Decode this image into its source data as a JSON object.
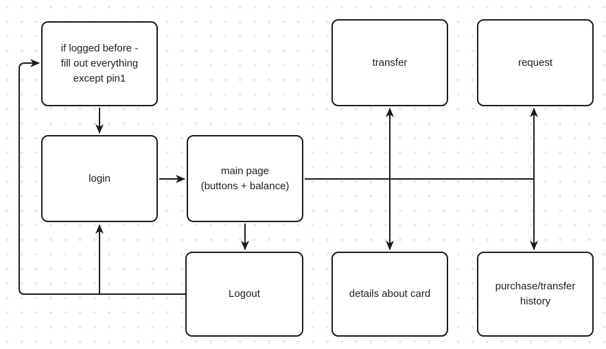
{
  "diagram": {
    "type": "flowchart",
    "background": "#ffffff",
    "grid_dot_color": "#e2e2e2",
    "stroke_color": "#1a1a1a",
    "text_color": "#202020",
    "nodes": [
      {
        "id": "prelogin",
        "label": "if logged before -\nfill out everything\nexcept pin1"
      },
      {
        "id": "login",
        "label": "login"
      },
      {
        "id": "mainpage",
        "label": "main page\n(buttons + balance)"
      },
      {
        "id": "logout",
        "label": "Logout"
      },
      {
        "id": "transfer",
        "label": "transfer"
      },
      {
        "id": "request",
        "label": "request"
      },
      {
        "id": "details",
        "label": "details about card"
      },
      {
        "id": "history",
        "label": "purchase/transfer\nhistory"
      }
    ],
    "edges": [
      {
        "from": "prelogin",
        "to": "login",
        "arrows": "end"
      },
      {
        "from": "login",
        "to": "mainpage",
        "arrows": "end"
      },
      {
        "from": "mainpage",
        "to": "logout",
        "arrows": "end"
      },
      {
        "from": "mainpage",
        "to": "right-bus",
        "arrows": "none"
      },
      {
        "from": "transfer",
        "to": "details",
        "arrows": "both"
      },
      {
        "from": "request",
        "to": "history",
        "arrows": "both"
      },
      {
        "from": "logout",
        "to": "prelogin",
        "arrows": "end"
      },
      {
        "from": "logout",
        "to": "login",
        "arrows": "end"
      }
    ]
  }
}
